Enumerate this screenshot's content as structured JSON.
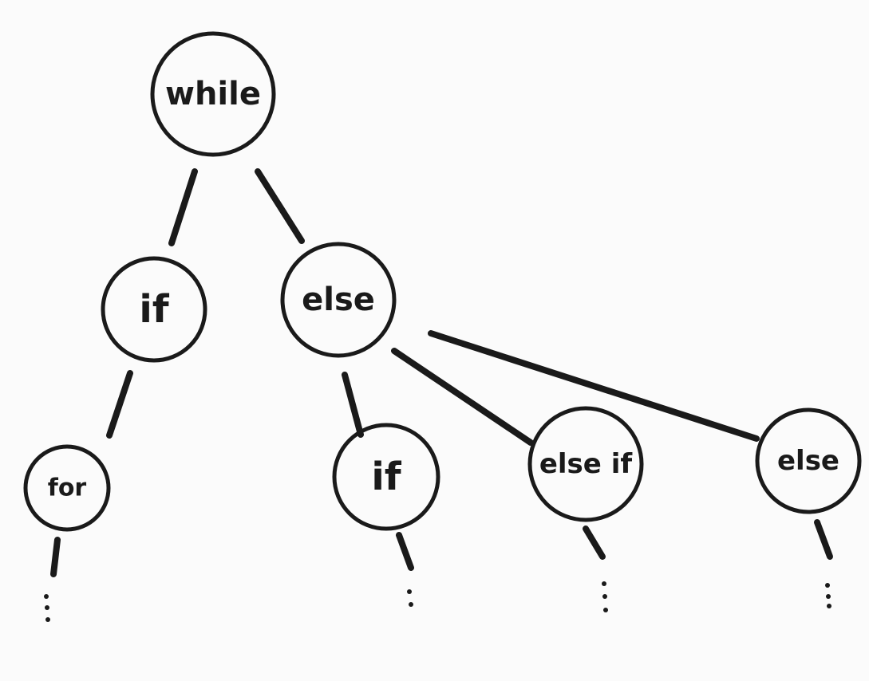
{
  "colors": {
    "background": "#fbfbfb",
    "ink": "#1a1a1a"
  },
  "nodes": [
    {
      "id": "while",
      "label": "while"
    },
    {
      "id": "if1",
      "label": "if"
    },
    {
      "id": "else1",
      "label": "else"
    },
    {
      "id": "for",
      "label": "for"
    },
    {
      "id": "if2",
      "label": "if"
    },
    {
      "id": "elseif",
      "label": "else if"
    },
    {
      "id": "else2",
      "label": "else"
    }
  ],
  "edges": [
    {
      "from": "while",
      "to": "if1"
    },
    {
      "from": "while",
      "to": "else1"
    },
    {
      "from": "if1",
      "to": "for"
    },
    {
      "from": "else1",
      "to": "if2"
    },
    {
      "from": "else1",
      "to": "elseif"
    },
    {
      "from": "else1",
      "to": "else2"
    }
  ],
  "continuation_marks": [
    "for",
    "if2",
    "elseif",
    "else2"
  ]
}
